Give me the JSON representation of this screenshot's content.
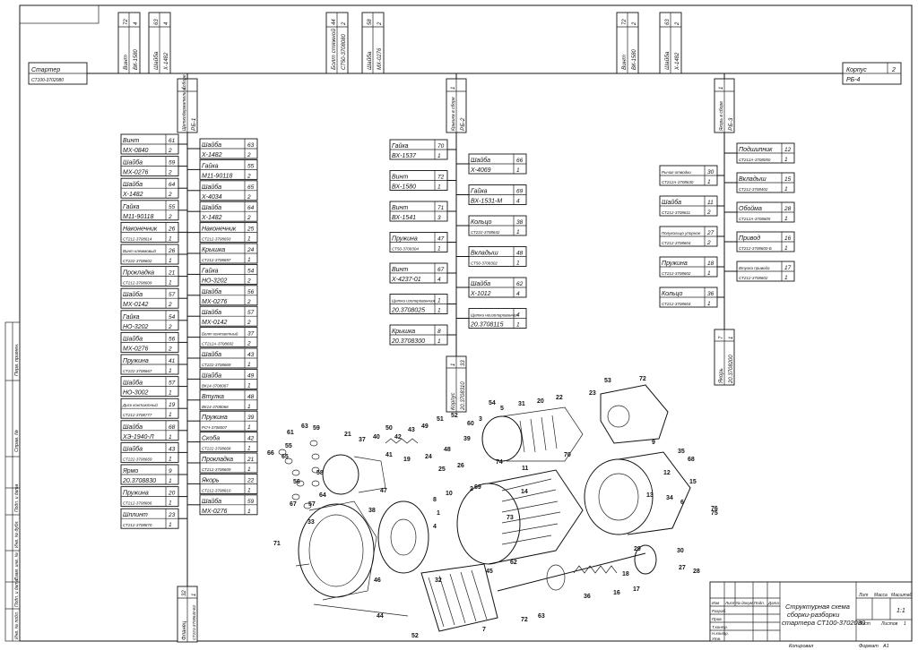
{
  "root": {
    "name": "Стартер",
    "code": "СТ100-3702080"
  },
  "top_row": [
    {
      "name": "Винт",
      "code": "ВК-1580",
      "qty": "4",
      "pos": "72"
    },
    {
      "name": "Шайба",
      "code": "Х-1482",
      "qty": "4",
      "pos": "63"
    },
    {
      "name": "Болт стяжной",
      "code": "СТ50-3708080",
      "qty": "2",
      "pos": "44"
    },
    {
      "name": "Шайба",
      "code": "МХ-0276",
      "qty": "2",
      "pos": "58"
    },
    {
      "name": "Винт",
      "code": "ВК-1580",
      "qty": "2",
      "pos": "72"
    },
    {
      "name": "Шайба",
      "code": "Х-1482",
      "qty": "2",
      "pos": "63"
    }
  ],
  "corpus": {
    "name": "Корпус",
    "code": "РБ-4",
    "qty": "2"
  },
  "subassemblies": [
    {
      "name": "Щеткодержатели в сборе",
      "code": "РБ-1",
      "qty": "1"
    },
    {
      "name": "Крышка в сборе",
      "code": "РБ-2",
      "qty": "1"
    },
    {
      "name": "Якорь в сборе",
      "code": "РБ-3",
      "qty": "1"
    }
  ],
  "col1": [
    {
      "name": "Винт",
      "code": "МХ-0840",
      "qty": "2",
      "pos": "61"
    },
    {
      "name": "Шайба",
      "code": "МХ-0276",
      "qty": "2",
      "pos": "59"
    },
    {
      "name": "Шайба",
      "code": "Х-1482",
      "qty": "2",
      "pos": "64"
    },
    {
      "name": "Гайка",
      "code": "М11-90118",
      "qty": "2",
      "pos": "55"
    },
    {
      "name": "Наконечник",
      "code": "СТ212-3708614",
      "qty": "1",
      "pos": "26"
    },
    {
      "name": "Винт клеммовый",
      "code": "СТ222-3708602",
      "qty": "1",
      "pos": "26"
    },
    {
      "name": "Прокладка",
      "code": "СТ212-3708609",
      "qty": "1",
      "pos": "21"
    },
    {
      "name": "Шайба",
      "code": "МХ-0142",
      "qty": "2",
      "pos": "57"
    },
    {
      "name": "Гайка",
      "code": "НО-3202",
      "qty": "2",
      "pos": "54"
    },
    {
      "name": "Шайба",
      "code": "МХ-0276",
      "qty": "2",
      "pos": "56"
    },
    {
      "name": "Пружина",
      "code": "СТ222-3708667",
      "qty": "1",
      "pos": "41"
    },
    {
      "name": "Шайба",
      "code": "НО-3002",
      "qty": "1",
      "pos": "57"
    },
    {
      "name": "Диск контактный",
      "code": "СТ212-3708777",
      "qty": "1",
      "pos": "19"
    },
    {
      "name": "Шайба",
      "code": "ХЭ-1940-Л",
      "qty": "1",
      "pos": "68"
    },
    {
      "name": "Шайба",
      "code": "СТ222-3708669",
      "qty": "1",
      "pos": "43"
    },
    {
      "name": "Ярмо",
      "code": "20.3708830",
      "qty": "1",
      "pos": "9"
    },
    {
      "name": "Пружина",
      "code": "СТ212-3708806",
      "qty": "1",
      "pos": "20"
    },
    {
      "name": "Шплинт",
      "code": "СТ212-3708870",
      "qty": "1",
      "pos": "23"
    }
  ],
  "col2": [
    {
      "name": "Шайба",
      "code": "Х-1482",
      "qty": "2",
      "pos": "63"
    },
    {
      "name": "Гайка",
      "code": "М11-90118",
      "qty": "2",
      "pos": "55"
    },
    {
      "name": "Шайба",
      "code": "Х-4034",
      "qty": "2",
      "pos": "65"
    },
    {
      "name": "Шайба",
      "code": "Х-1482",
      "qty": "2",
      "pos": "64"
    },
    {
      "name": "Наконечник",
      "code": "СТ212-3708693",
      "qty": "1",
      "pos": "25"
    },
    {
      "name": "Крышка",
      "code": "СТ212-3708697",
      "qty": "1",
      "pos": "24"
    },
    {
      "name": "Гайка",
      "code": "НО-3202",
      "qty": "2",
      "pos": "54"
    },
    {
      "name": "Шайба",
      "code": "МХ-0276",
      "qty": "2",
      "pos": "56"
    },
    {
      "name": "Шайба",
      "code": "МХ-0142",
      "qty": "2",
      "pos": "57"
    },
    {
      "name": "Болт контактный",
      "code": "СТ212А-3708692",
      "qty": "2",
      "pos": "37"
    },
    {
      "name": "Шайба",
      "code": "СТ222-3708669",
      "qty": "1",
      "pos": "43"
    },
    {
      "name": "Шайба",
      "code": "ВК14-3708067",
      "qty": "1",
      "pos": "49"
    },
    {
      "name": "Втулка",
      "code": "ВК14-3708066",
      "qty": "1",
      "pos": "48"
    },
    {
      "name": "Пружина",
      "code": "РСЧ-3708007",
      "qty": "1",
      "pos": "39"
    },
    {
      "name": "Скоба",
      "code": "СТ222-3708668",
      "qty": "1",
      "pos": "42"
    },
    {
      "name": "Прокладка",
      "code": "СТ212-3708609",
      "qty": "1",
      "pos": "21"
    },
    {
      "name": "Якорь",
      "code": "СТ212-3708810",
      "qty": "1",
      "pos": "22"
    },
    {
      "name": "Шайба",
      "code": "МХ-0276",
      "qty": "1",
      "pos": "59"
    }
  ],
  "flange": {
    "name": "Фланец",
    "code": "СТ221-3708640-Б2",
    "qty": "1",
    "pos": "32"
  },
  "col3": [
    {
      "name": "Гайка",
      "code": "ВХ-1537",
      "qty": "1",
      "pos": "70"
    },
    {
      "name": "Винт",
      "code": "ВХ-1580",
      "qty": "1",
      "pos": "72"
    },
    {
      "name": "Винт",
      "code": "ВХ-1541",
      "qty": "3",
      "pos": "71"
    },
    {
      "name": "Пружина",
      "code": "СТ50-3708304",
      "qty": "1",
      "pos": "47"
    },
    {
      "name": "Винт",
      "code": "Х-4237-01",
      "qty": "4",
      "pos": "67"
    },
    {
      "name": "Щетка изолированная",
      "code": "20.3708025",
      "qty": "1",
      "pos": "1"
    },
    {
      "name": "Крышка",
      "code": "20.3708300",
      "qty": "1",
      "pos": "8"
    }
  ],
  "col4": [
    {
      "name": "Шайба",
      "code": "Х-4069",
      "qty": "1",
      "pos": "66"
    },
    {
      "name": "Гайка",
      "code": "ВХ-1531-М",
      "qty": "4",
      "pos": "69"
    },
    {
      "name": "Кольцо",
      "code": "СТ222-3708642",
      "qty": "1",
      "pos": "38"
    },
    {
      "name": "Вкладыш",
      "code": "СТ50-3708302",
      "qty": "1",
      "pos": "48"
    },
    {
      "name": "Шайба",
      "code": "Х-1012",
      "qty": "4",
      "pos": "62"
    },
    {
      "name": "Щетка неизолированная",
      "code": "20.3708115",
      "qty": "1",
      "pos": "4"
    }
  ],
  "korpus_vert": {
    "name": "Корпус",
    "code": "20.3708310",
    "qty": "1",
    "pos": "33"
  },
  "col5": [
    {
      "name": "Рычаг отводки",
      "code": "СТ212А-3708630",
      "qty": "1",
      "pos": "30"
    },
    {
      "name": "Шайба",
      "code": "СТ212-3708611",
      "qty": "2",
      "pos": "11"
    },
    {
      "name": "Полукольцо упорное",
      "code": "СТ212-3708604",
      "qty": "2",
      "pos": "27"
    },
    {
      "name": "Пружина",
      "code": "СТ212-3708602",
      "qty": "1",
      "pos": "18"
    },
    {
      "name": "Кольцо",
      "code": "СТ212-3708604",
      "qty": "1",
      "pos": "36"
    }
  ],
  "col6": [
    {
      "name": "Подшипник",
      "code": "СТ212А-3708050",
      "qty": "1",
      "pos": "12"
    },
    {
      "name": "Вкладыш",
      "code": "СТ212-3708402",
      "qty": "1",
      "pos": "15"
    },
    {
      "name": "Обойма",
      "code": "СТ212А-3708605",
      "qty": "1",
      "pos": "28"
    },
    {
      "name": "Привод",
      "code": "СТ212-3708600-Б",
      "qty": "1",
      "pos": "16"
    },
    {
      "name": "Втулка привода",
      "code": "СТ212-3708602",
      "qty": "1",
      "pos": "17"
    }
  ],
  "yakor_vert": {
    "name": "Якорь",
    "code": "20.3708200",
    "qty": "1",
    "pos": "7"
  },
  "stamp": {
    "title_line1": "Структурная схема",
    "title_line2": "сборки-разборки",
    "title_line3": "стартера СТ100-3702080",
    "lit": "Лит",
    "mass": "Масса",
    "scale": "Масштаб",
    "scale_val": "1:1",
    "sheet": "Лист",
    "sheets": "Листов",
    "sheets_val": "1",
    "hdr": [
      "Изм",
      "Лист",
      "№ докум.",
      "Подп.",
      "Дата"
    ],
    "rows": [
      "Разраб.",
      "Пров.",
      "Т.контр.",
      "Н.контр.",
      "Утв."
    ],
    "copied": "Копировал",
    "format": "Формат",
    "format_val": "А1"
  },
  "side_strip": [
    "Перв. примен.",
    "Справ. №",
    "Подп. и дата",
    "Инв. № дубл.",
    "Взам. инв. №",
    "Подп. и дата",
    "Инв. № подл."
  ],
  "callouts": [
    "53",
    "72",
    "23",
    "22",
    "20",
    "31",
    "5",
    "54",
    "3",
    "60",
    "74",
    "63",
    "61",
    "59",
    "21",
    "37",
    "40",
    "42",
    "43",
    "49",
    "51",
    "52",
    "39",
    "41",
    "19",
    "24",
    "25",
    "26",
    "48",
    "50",
    "55",
    "65",
    "66",
    "56",
    "47",
    "10",
    "1",
    "2",
    "14",
    "11",
    "73",
    "9",
    "35",
    "12",
    "68",
    "70",
    "13",
    "6",
    "34",
    "76",
    "67",
    "57",
    "64",
    "58",
    "69",
    "45",
    "33",
    "38",
    "4",
    "8",
    "32",
    "62",
    "71",
    "36",
    "16",
    "17",
    "18",
    "30",
    "27",
    "28",
    "15",
    "75",
    "29",
    "44",
    "46",
    "7",
    "52",
    "72",
    "63"
  ]
}
